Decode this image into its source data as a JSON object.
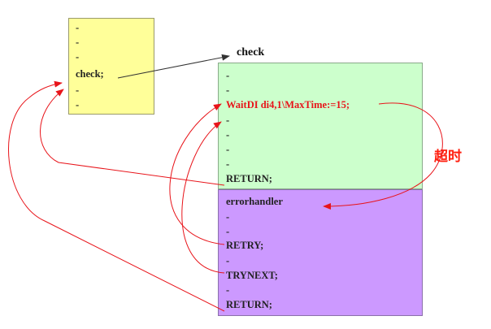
{
  "caller": {
    "lines": [
      "-",
      "-",
      "-",
      "check;",
      "-",
      "-"
    ]
  },
  "check_title": "check",
  "routine": {
    "lines": [
      "-",
      "-",
      "WaitDI di4,1\\MaxTime:=15;",
      "-",
      "-",
      "-",
      "-",
      "RETURN;"
    ]
  },
  "handler": {
    "lines": [
      "errorhandler",
      "-",
      "-",
      "RETRY;",
      "-",
      "TRYNEXT;",
      "-",
      "RETURN;"
    ]
  },
  "timeout_label": "超时",
  "colors": {
    "caller_fill": "#ffff99",
    "routine_fill": "#ccffcc",
    "handler_fill": "#cc99ff",
    "arrow_red": "#e8141a",
    "arrow_dark": "#333333"
  }
}
